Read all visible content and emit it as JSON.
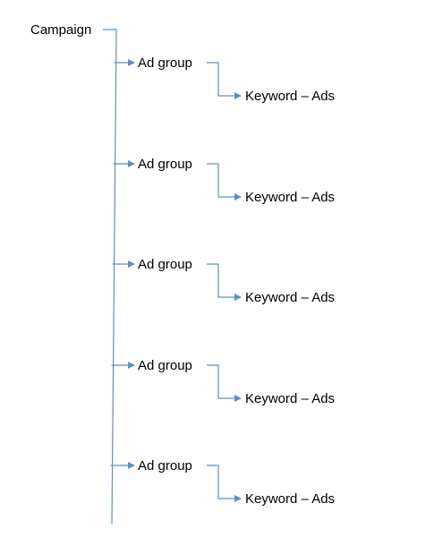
{
  "root": {
    "label": "Campaign"
  },
  "groups": [
    {
      "label": "Ad group",
      "child": {
        "label": "Keyword – Ads"
      }
    },
    {
      "label": "Ad group",
      "child": {
        "label": "Keyword – Ads"
      }
    },
    {
      "label": "Ad group",
      "child": {
        "label": "Keyword – Ads"
      }
    },
    {
      "label": "Ad group",
      "child": {
        "label": "Keyword – Ads"
      }
    },
    {
      "label": "Ad group",
      "child": {
        "label": "Keyword – Ads"
      }
    }
  ],
  "colors": {
    "connector": "#5b8fc9",
    "text": "#000000",
    "background": "#ffffff"
  }
}
